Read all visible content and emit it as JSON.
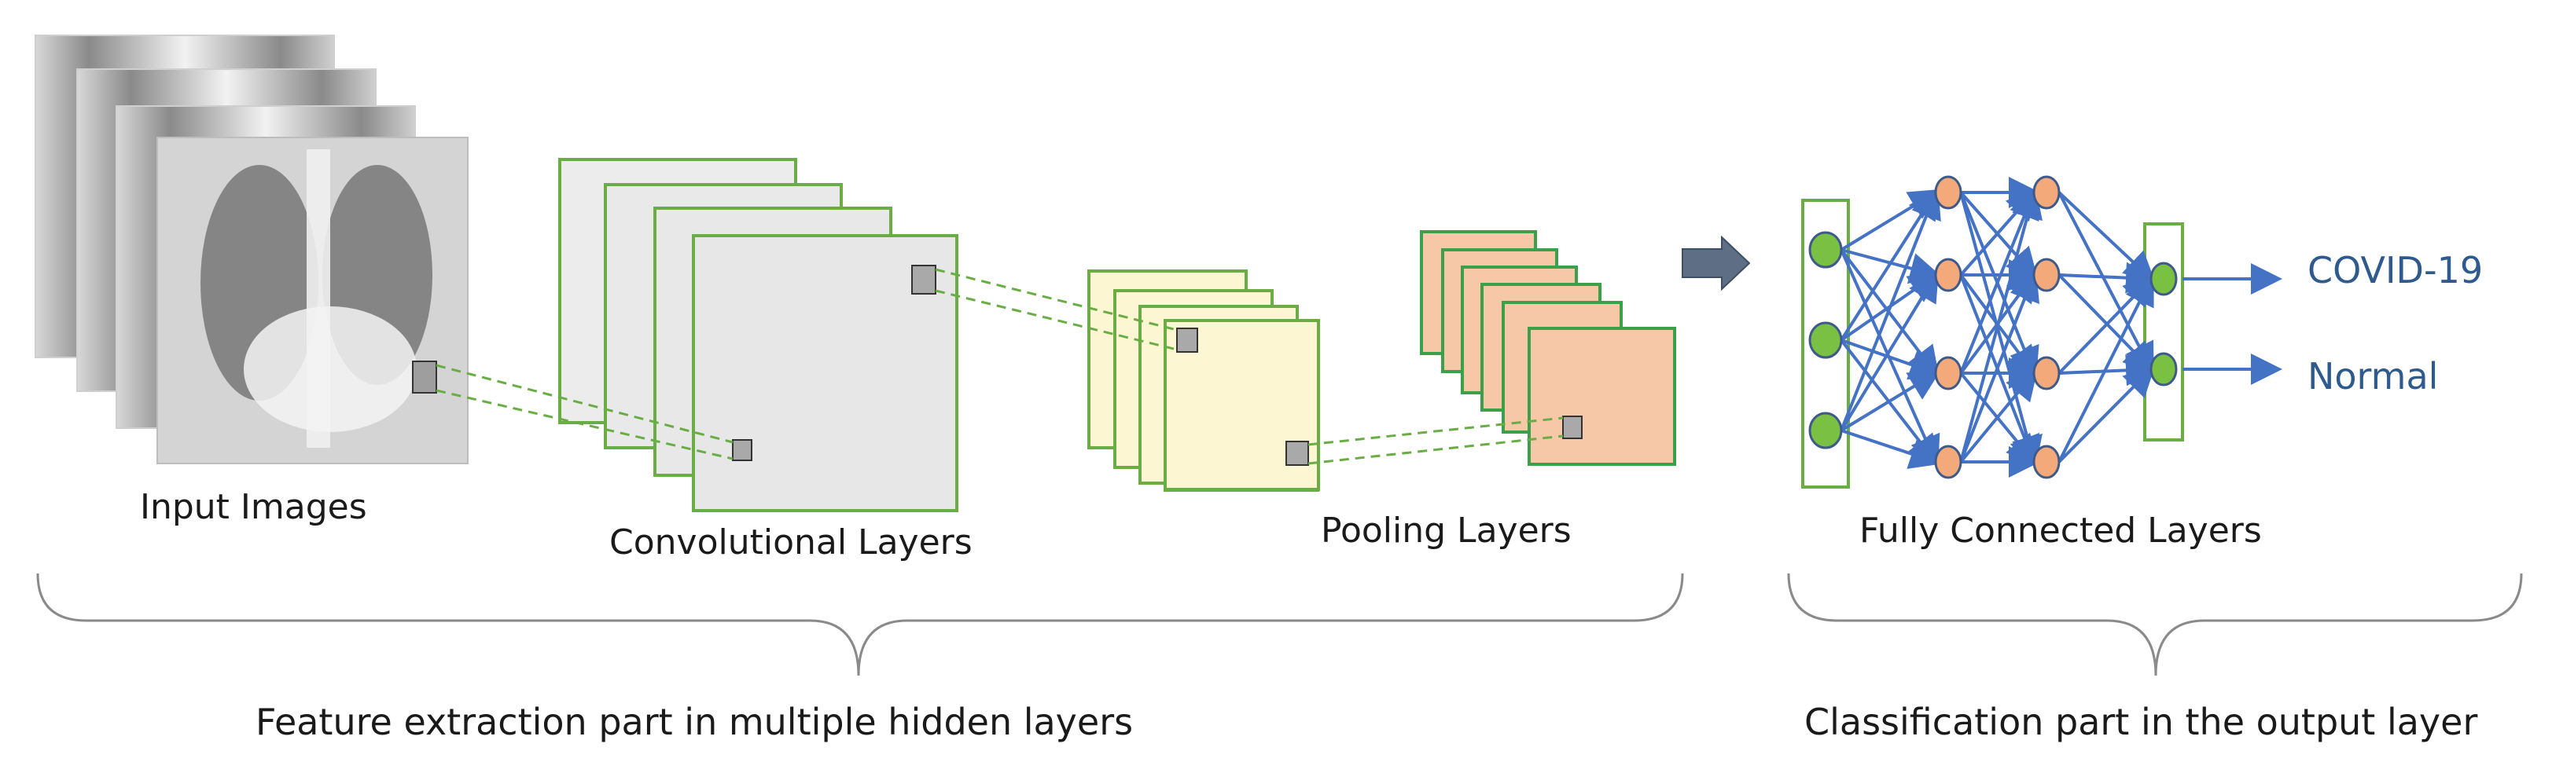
{
  "labels": {
    "input_images": "Input Images",
    "convolutional_layers": "Convolutional Layers",
    "pooling_layers": "Pooling Layers",
    "fully_connected_layers": "Fully Connected Layers",
    "feature_extraction": "Feature extraction part in multiple hidden layers",
    "classification": "Classification part in the output layer"
  },
  "outputs": [
    "COVID-19",
    "Normal"
  ],
  "network": {
    "input_nodes": 3,
    "hidden_layers": [
      4,
      4
    ],
    "output_nodes": 2
  },
  "colors": {
    "text": "#1a1a1a",
    "green_border": "#6aad45",
    "conv_fill": "#e7e7e7",
    "pool_fill": "#fdf6d2",
    "pool2_fill": "#f6c8a8",
    "pool2_border": "#3aa04a",
    "input_node": "#7ac143",
    "hidden_node": "#f4a97b",
    "node_border": "#3d5a8a",
    "edge": "#4472c4",
    "output_text": "#2e5a8e",
    "arrow": "#5e6f85"
  }
}
